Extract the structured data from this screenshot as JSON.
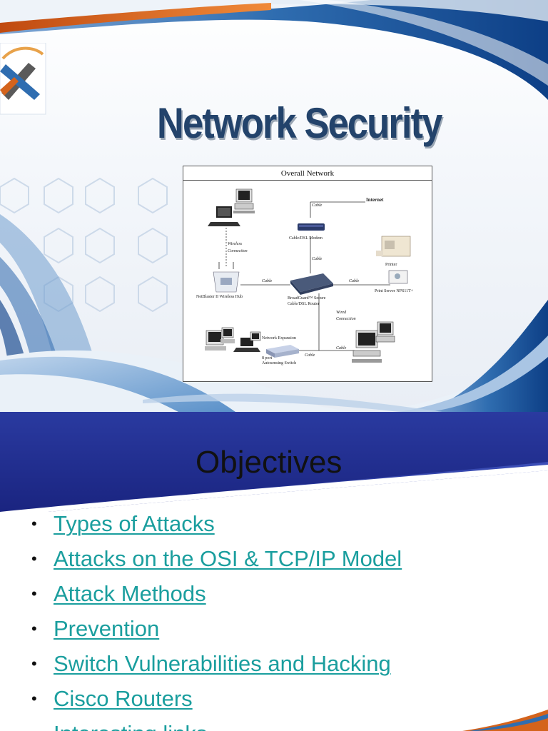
{
  "slide1": {
    "title": "Network Security",
    "diagram": {
      "title": "Overall Network",
      "labels": {
        "internet": "Internet",
        "cable_top": "Cable",
        "modem": "Cable/DSL Modem",
        "cable_mid": "Cable",
        "wireless": "Wireless",
        "connection": "Connection",
        "printer": "Printer",
        "cable_left": "Cable",
        "cable_right": "Cable",
        "print_server": "Print Server NPS11T+",
        "hub": "NetBlaster II Wireless Hub",
        "router_1": "BroadGuard™ Secure",
        "router_2": "Cable/DSL Router",
        "wired": "Wired",
        "wired_conn": "Connection",
        "network_expansion": "Network Expansion",
        "switch_1": "8 port",
        "switch_2": "Autosensing Switch",
        "cable_switch": "Cable",
        "cable_pc": "Cable"
      }
    }
  },
  "slide2": {
    "heading": "Objectives",
    "bullet_char": "•",
    "items": [
      "Types of Attacks",
      "Attacks on the OSI & TCP/IP Model",
      "Attack Methods",
      "Prevention",
      "Switch Vulnerabilities and Hacking",
      "Cisco Routers",
      "Interesting links"
    ]
  },
  "colors": {
    "title": "#23436b",
    "header_band": "#1e2a8a",
    "link": "#1a9e9e",
    "accent_orange": "#d4631c"
  }
}
